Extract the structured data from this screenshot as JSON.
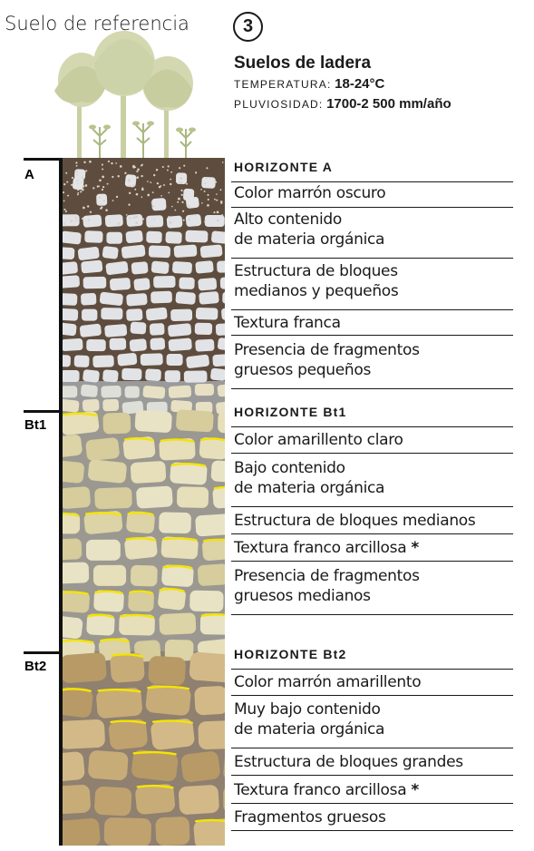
{
  "header": {
    "title": "Suelo de referencia",
    "number": "3",
    "soil_type": "Suelos de ladera",
    "temperature_label": "TEMPERATURA:",
    "temperature_value": "18-24°C",
    "rainfall_label": "PLUVIOSIDAD:",
    "rainfall_value": "1700-2 500 mm/año"
  },
  "horizons": [
    {
      "label": "A",
      "heading": "HORIZONTE  A",
      "properties": [
        "Color marrón oscuro",
        "Alto contenido\nde materia orgánica",
        "Estructura de bloques\nmedianos y pequeños",
        "Textura franca",
        "Presencia de fragmentos\ngruesos pequeños"
      ]
    },
    {
      "label": "Bt1",
      "heading": "HORIZONTE  Bt1",
      "properties": [
        "Color amarillento claro",
        "Bajo contenido\nde materia orgánica",
        "Estructura de bloques medianos",
        "Textura franco arcillosa",
        "Presencia de fragmentos\ngruesos medianos"
      ]
    },
    {
      "label": "Bt2",
      "heading": "HORIZONTE  Bt2",
      "properties": [
        "Color marrón amarillento",
        "Muy bajo contenido\nde materia orgánica",
        "Estructura de bloques grandes",
        "Textura franco arcillosa",
        "Fragmentos gruesos"
      ]
    }
  ],
  "asterisk": "*",
  "colors": {
    "horizon_a": "#5c4b3c",
    "horizon_bt1": "#d8cda0",
    "horizon_bt2": "#b39a6a",
    "clay_mark": "#f5e400",
    "tree": "#c8d0a0"
  }
}
